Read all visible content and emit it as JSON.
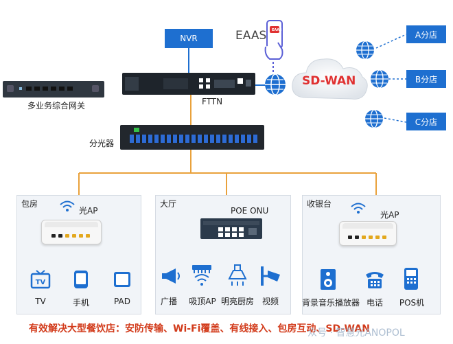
{
  "top": {
    "nvr_label": "NVR",
    "eaas_label": "EAAS",
    "eaas_phone_text": "EAAS",
    "gateway_label": "多业务综合网关",
    "fttn_label": "FTTN",
    "splitter_label": "分光器",
    "sdwan_label": "SD-WAN"
  },
  "branches": [
    {
      "label": "A分店"
    },
    {
      "label": "B分店"
    },
    {
      "label": "C分店"
    }
  ],
  "panels": {
    "room": {
      "title": "包房",
      "ap_label": "光AP",
      "devices": [
        {
          "label": "TV",
          "icon": "tv-icon"
        },
        {
          "label": "手机",
          "icon": "phone-icon"
        },
        {
          "label": "PAD",
          "icon": "tablet-icon"
        }
      ]
    },
    "hall": {
      "title": "大厅",
      "onu_label": "POE ONU",
      "devices": [
        {
          "label": "广播",
          "icon": "megaphone-icon"
        },
        {
          "label": "吸顶AP",
          "icon": "ceiling-ap-icon"
        },
        {
          "label": "明亮厨房",
          "icon": "kitchen-hood-icon"
        },
        {
          "label": "视频",
          "icon": "camera-icon"
        }
      ]
    },
    "cashier": {
      "title": "收银台",
      "ap_label": "光AP",
      "devices": [
        {
          "label": "背景音乐播放器",
          "icon": "speaker-icon"
        },
        {
          "label": "电话",
          "icon": "telephone-icon"
        },
        {
          "label": "POS机",
          "icon": "pos-icon"
        }
      ]
    }
  },
  "footer": {
    "headline": "有效解决大型餐饮店：安防传输、Wi-Fi覆盖、有线接入、包房互动、SD-WAN",
    "watermark": "众号 · 智慧光ANOPOL"
  },
  "colors": {
    "blue": "#1e6fd0",
    "orange": "#e9a13b",
    "red": "#e03131",
    "panel": "#f1f4f8"
  }
}
